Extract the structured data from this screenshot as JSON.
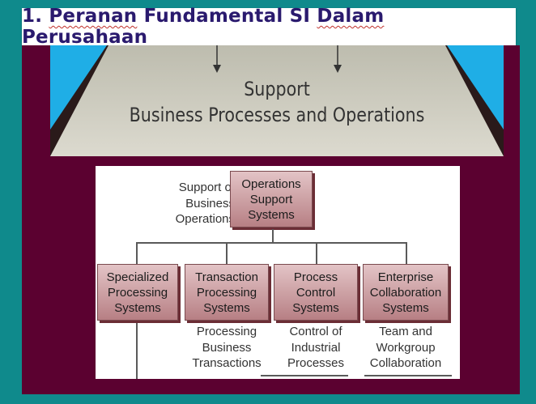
{
  "slide": {
    "title_number": "1.",
    "title_words": [
      "Peranan",
      "Fundamental",
      "SI",
      "Dalam",
      "Perusahaan"
    ]
  },
  "support_banner": {
    "line1": "Support",
    "line2": "Business Processes and Operations"
  },
  "org_chart": {
    "side_label": "Support of\nBusiness\nOperations",
    "root": "Operations\nSupport\nSystems",
    "children": [
      {
        "label": "Specialized\nProcessing\nSystems",
        "caption": ""
      },
      {
        "label": "Transaction\nProcessing\nSystems",
        "caption": "Processing\nBusiness\nTransactions"
      },
      {
        "label": "Process\nControl\nSystems",
        "caption": "Control of\nIndustrial\nProcesses"
      },
      {
        "label": "Enterprise\nCollaboration\nSystems",
        "caption": "Team and\nWorkgroup\nCollaboration"
      }
    ]
  },
  "colors": {
    "background": "#0f8a8c",
    "panel": "#5b0130",
    "title": "#2a1a6e",
    "box": "#c99ca0"
  }
}
